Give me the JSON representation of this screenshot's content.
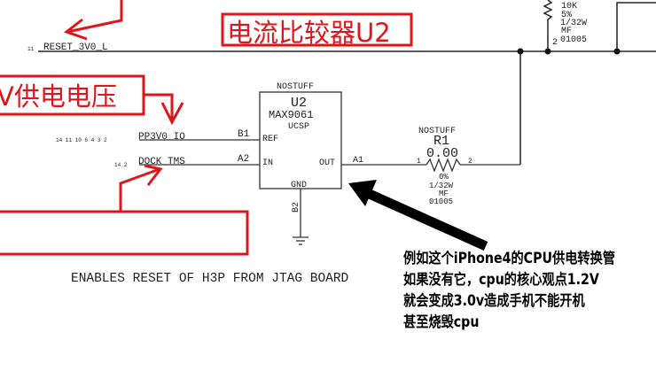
{
  "annotations": {
    "comparator_label": "电流比较器U2",
    "supply_label": "V供电电压",
    "note_lines": [
      "例如这个iPhone4的CPU供电转换管",
      "如果没有它，cpu的核心观点1.2V",
      "就会变成3.0v造成手机不能开机",
      "甚至烧毁cpu"
    ],
    "red": "#e0141a"
  },
  "schematic": {
    "reset_net": {
      "name": "RESET_3V0_L",
      "pages": "11"
    },
    "ref_net": {
      "name": "PP3V0_IO",
      "pages": "14 11 10 6 4 3 2"
    },
    "in_net": {
      "name": "DOCK_TMS",
      "pages": "14 2"
    },
    "u2": {
      "stuff": "NOSTUFF",
      "ref": "U2",
      "part": "MAX9061",
      "package": "UCSP",
      "pin_ref": "REF",
      "pin_in": "IN",
      "pin_out": "OUT",
      "pin_gnd": "GND",
      "ball_ref": "B1",
      "ball_in": "A2",
      "ball_out": "A1",
      "ball_gnd": "B2"
    },
    "r1": {
      "stuff": "NOSTUFF",
      "ref": "R1",
      "value": "0.00",
      "tol": "0%",
      "power": "1/32W",
      "type": "MF",
      "size": "01005",
      "pin1": "1",
      "pin2": "2"
    },
    "r_top": {
      "value": "10K",
      "tol": "5%",
      "power": "1/32W",
      "type": "MF",
      "size": "01005",
      "pin2": "2"
    },
    "footer": "ENABLES RESET OF H3P FROM JTAG BOARD"
  }
}
